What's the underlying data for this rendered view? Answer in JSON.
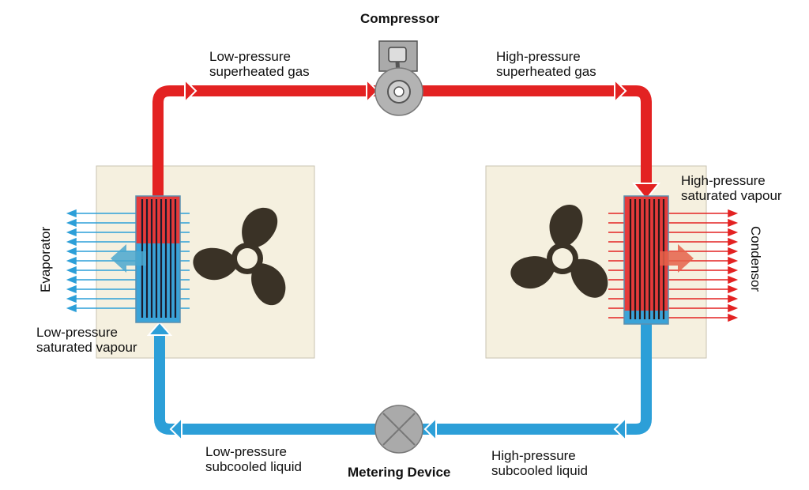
{
  "title": "",
  "components": {
    "compressor": "Compressor",
    "metering_device": "Metering Device",
    "evaporator": "Evaporator",
    "condensor": "Condensor"
  },
  "states": {
    "lp_superheated_gas": [
      "Low-pressure",
      "superheated gas"
    ],
    "hp_superheated_gas": [
      "High-pressure",
      "superheated gas"
    ],
    "hp_saturated_vapour": [
      "High-pressure",
      "saturated vapour"
    ],
    "lp_saturated_vapour": [
      "Low-pressure",
      "saturated vapour"
    ],
    "lp_subcooled_liquid": [
      "Low-pressure",
      "subcooled liquid"
    ],
    "hp_subcooled_liquid": [
      "High-pressure",
      "subcooled liquid"
    ]
  },
  "colors": {
    "hot": "#e32222",
    "cold": "#2c9fd8",
    "panel": "#f5f0df",
    "fan": "#3a3226",
    "device": "#aaaaaa"
  }
}
